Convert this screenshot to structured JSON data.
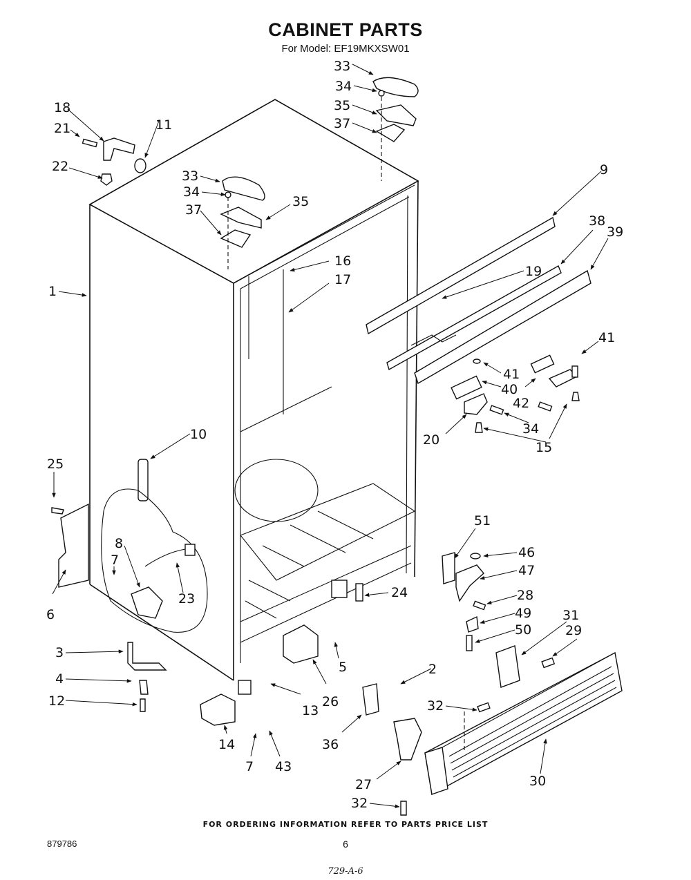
{
  "header": {
    "title": "CABINET PARTS",
    "subtitle": "For Model: EF19MKXSW01"
  },
  "footer": {
    "ordering_note": "FOR ORDERING INFORMATION REFER TO PARTS PRICE LIST",
    "document_number": "879786",
    "page_number": "6",
    "handwritten_code": "729-A-6"
  },
  "callouts": [
    {
      "id": "c33a",
      "label": "33"
    },
    {
      "id": "c34a",
      "label": "34"
    },
    {
      "id": "c35a",
      "label": "35"
    },
    {
      "id": "c37a",
      "label": "37"
    },
    {
      "id": "c18",
      "label": "18"
    },
    {
      "id": "c21",
      "label": "21"
    },
    {
      "id": "c11",
      "label": "11"
    },
    {
      "id": "c22",
      "label": "22"
    },
    {
      "id": "c33b",
      "label": "33"
    },
    {
      "id": "c34b",
      "label": "34"
    },
    {
      "id": "c37b",
      "label": "37"
    },
    {
      "id": "c35b",
      "label": "35"
    },
    {
      "id": "c9",
      "label": "9"
    },
    {
      "id": "c38",
      "label": "38"
    },
    {
      "id": "c39",
      "label": "39"
    },
    {
      "id": "c16",
      "label": "16"
    },
    {
      "id": "c17",
      "label": "17"
    },
    {
      "id": "c19",
      "label": "19"
    },
    {
      "id": "c1",
      "label": "1"
    },
    {
      "id": "c41a",
      "label": "41"
    },
    {
      "id": "c41b",
      "label": "41"
    },
    {
      "id": "c40",
      "label": "40"
    },
    {
      "id": "c42",
      "label": "42"
    },
    {
      "id": "c34c",
      "label": "34"
    },
    {
      "id": "c20",
      "label": "20"
    },
    {
      "id": "c15",
      "label": "15"
    },
    {
      "id": "c10",
      "label": "10"
    },
    {
      "id": "c25",
      "label": "25"
    },
    {
      "id": "c8",
      "label": "8"
    },
    {
      "id": "c7a",
      "label": "7"
    },
    {
      "id": "c23",
      "label": "23"
    },
    {
      "id": "c6",
      "label": "6"
    },
    {
      "id": "c51",
      "label": "51"
    },
    {
      "id": "c46",
      "label": "46"
    },
    {
      "id": "c47",
      "label": "47"
    },
    {
      "id": "c24",
      "label": "24"
    },
    {
      "id": "c28",
      "label": "28"
    },
    {
      "id": "c49",
      "label": "49"
    },
    {
      "id": "c50",
      "label": "50"
    },
    {
      "id": "c31",
      "label": "31"
    },
    {
      "id": "c29",
      "label": "29"
    },
    {
      "id": "c3",
      "label": "3"
    },
    {
      "id": "c5",
      "label": "5"
    },
    {
      "id": "c4",
      "label": "4"
    },
    {
      "id": "c2",
      "label": "2"
    },
    {
      "id": "c32a",
      "label": "32"
    },
    {
      "id": "c12",
      "label": "12"
    },
    {
      "id": "c13",
      "label": "13"
    },
    {
      "id": "c26",
      "label": "26"
    },
    {
      "id": "c36",
      "label": "36"
    },
    {
      "id": "c14",
      "label": "14"
    },
    {
      "id": "c7b",
      "label": "7"
    },
    {
      "id": "c43",
      "label": "43"
    },
    {
      "id": "c27",
      "label": "27"
    },
    {
      "id": "c30",
      "label": "30"
    },
    {
      "id": "c32b",
      "label": "32"
    }
  ]
}
